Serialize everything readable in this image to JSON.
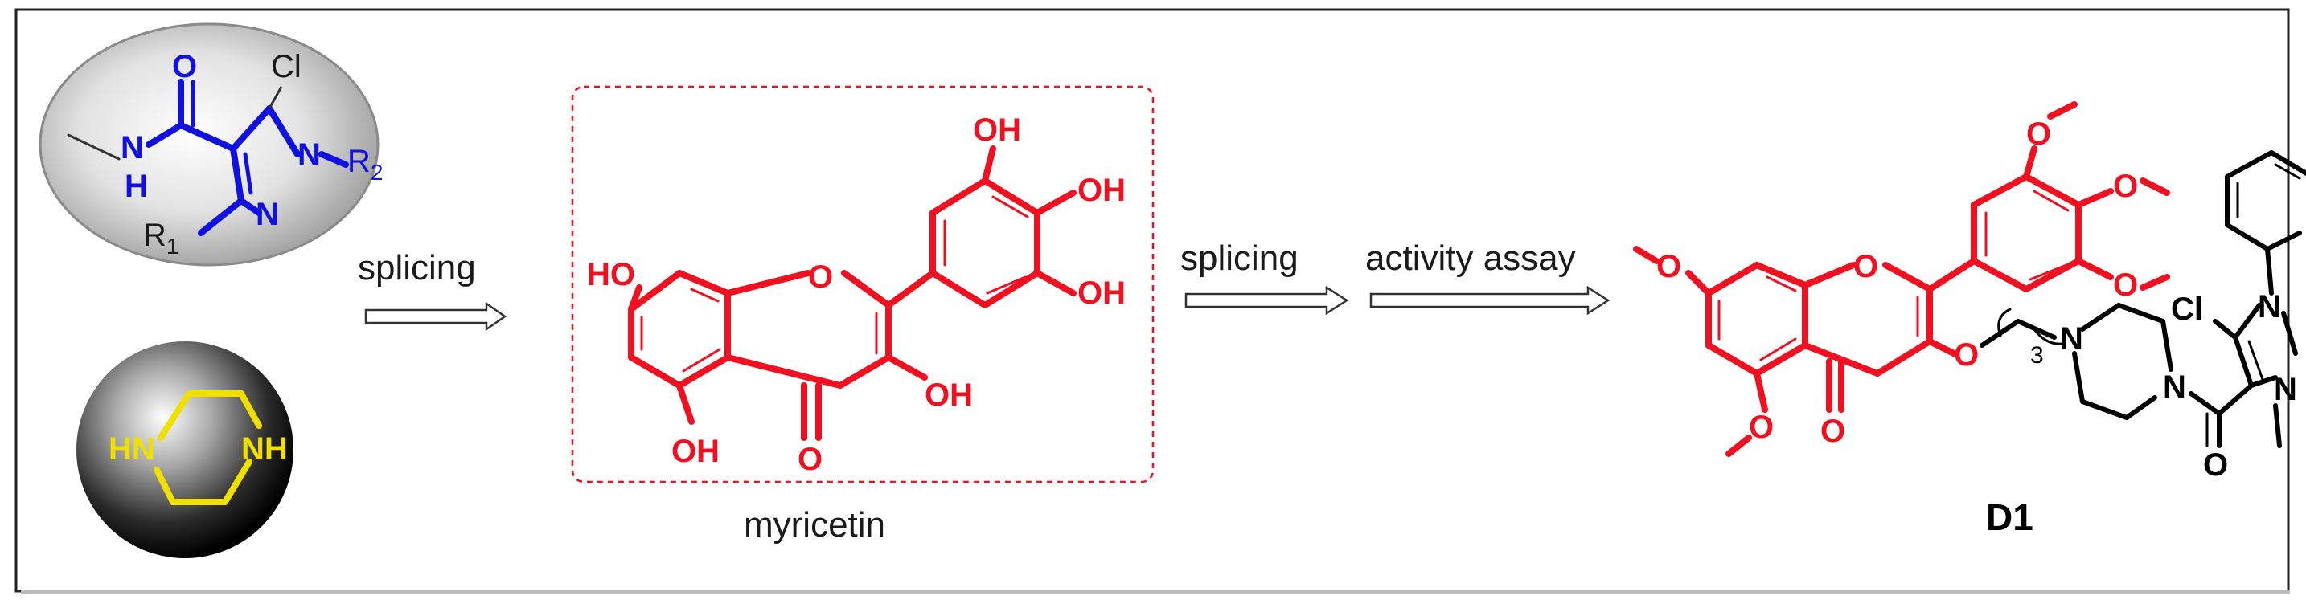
{
  "scheme": {
    "step1_label": "splicing",
    "step2_label": "splicing",
    "step3_label": "activity assay",
    "center_name": "myricetin",
    "product_name": "D1"
  },
  "fragment_pyrazole": {
    "O": "O",
    "Cl": "Cl",
    "N": "N",
    "H": "H",
    "N1": "N",
    "N2": "N",
    "R1": "R",
    "R1_sub": "1",
    "R2": "R",
    "R2_sub": "2"
  },
  "fragment_piperazine": {
    "HN": "HN",
    "NH": "NH"
  },
  "myricetin": {
    "OH_top": "OH",
    "OH_right1": "OH",
    "OH_right2": "OH",
    "HO_left": "HO",
    "OH_bottom": "OH",
    "OH_c3": "OH",
    "O_ring": "O",
    "O_keto": "O"
  },
  "d1": {
    "O_ring": "O",
    "O_keto": "O",
    "O7": "O",
    "O5": "O",
    "O3": "O",
    "O3p": "O",
    "O4p": "O",
    "O5p": "O",
    "N_pip1": "N",
    "N_pip2": "N",
    "linker_n": "3",
    "O_amide": "O",
    "Cl": "Cl",
    "N_pz1": "N",
    "N_pz2": "N"
  },
  "colors": {
    "blue": "#1010e0",
    "red": "#f01020",
    "yellow": "#f0e000",
    "black": "#000000"
  }
}
